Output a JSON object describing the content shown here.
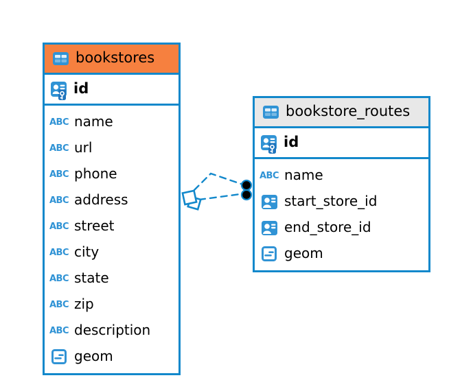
{
  "colors": {
    "accent_blue": "#1288CB",
    "icon_blue": "#3093D5",
    "icon_blue_dark": "#1F74BD",
    "header_orange": "#F6803F",
    "header_gray": "#E8E8E8",
    "text": "#000000",
    "relationship_line": "#1288CB",
    "relationship_dot_fill": "#000000"
  },
  "icons": {
    "abc_label": "ABC"
  },
  "diagram": {
    "tables": [
      {
        "name": "bookstores",
        "header_color_key": "header_orange",
        "columns": [
          {
            "name": "id",
            "icon": "primary-key-icon",
            "primary": true
          },
          {
            "name": "name",
            "icon": "text-type-icon"
          },
          {
            "name": "url",
            "icon": "text-type-icon"
          },
          {
            "name": "phone",
            "icon": "text-type-icon"
          },
          {
            "name": "address",
            "icon": "text-type-icon"
          },
          {
            "name": "street",
            "icon": "text-type-icon"
          },
          {
            "name": "city",
            "icon": "text-type-icon"
          },
          {
            "name": "state",
            "icon": "text-type-icon"
          },
          {
            "name": "zip",
            "icon": "text-type-icon"
          },
          {
            "name": "description",
            "icon": "text-type-icon"
          },
          {
            "name": "geom",
            "icon": "geometry-type-icon"
          }
        ]
      },
      {
        "name": "bookstore_routes",
        "header_color_key": "header_gray",
        "columns": [
          {
            "name": "id",
            "icon": "primary-key-icon",
            "primary": true
          },
          {
            "name": "name",
            "icon": "text-type-icon"
          },
          {
            "name": "start_store_id",
            "icon": "reference-icon"
          },
          {
            "name": "end_store_id",
            "icon": "reference-icon"
          },
          {
            "name": "geom",
            "icon": "geometry-type-icon"
          }
        ]
      }
    ],
    "relationships": {
      "style": "dashed",
      "line_count": 2
    }
  }
}
